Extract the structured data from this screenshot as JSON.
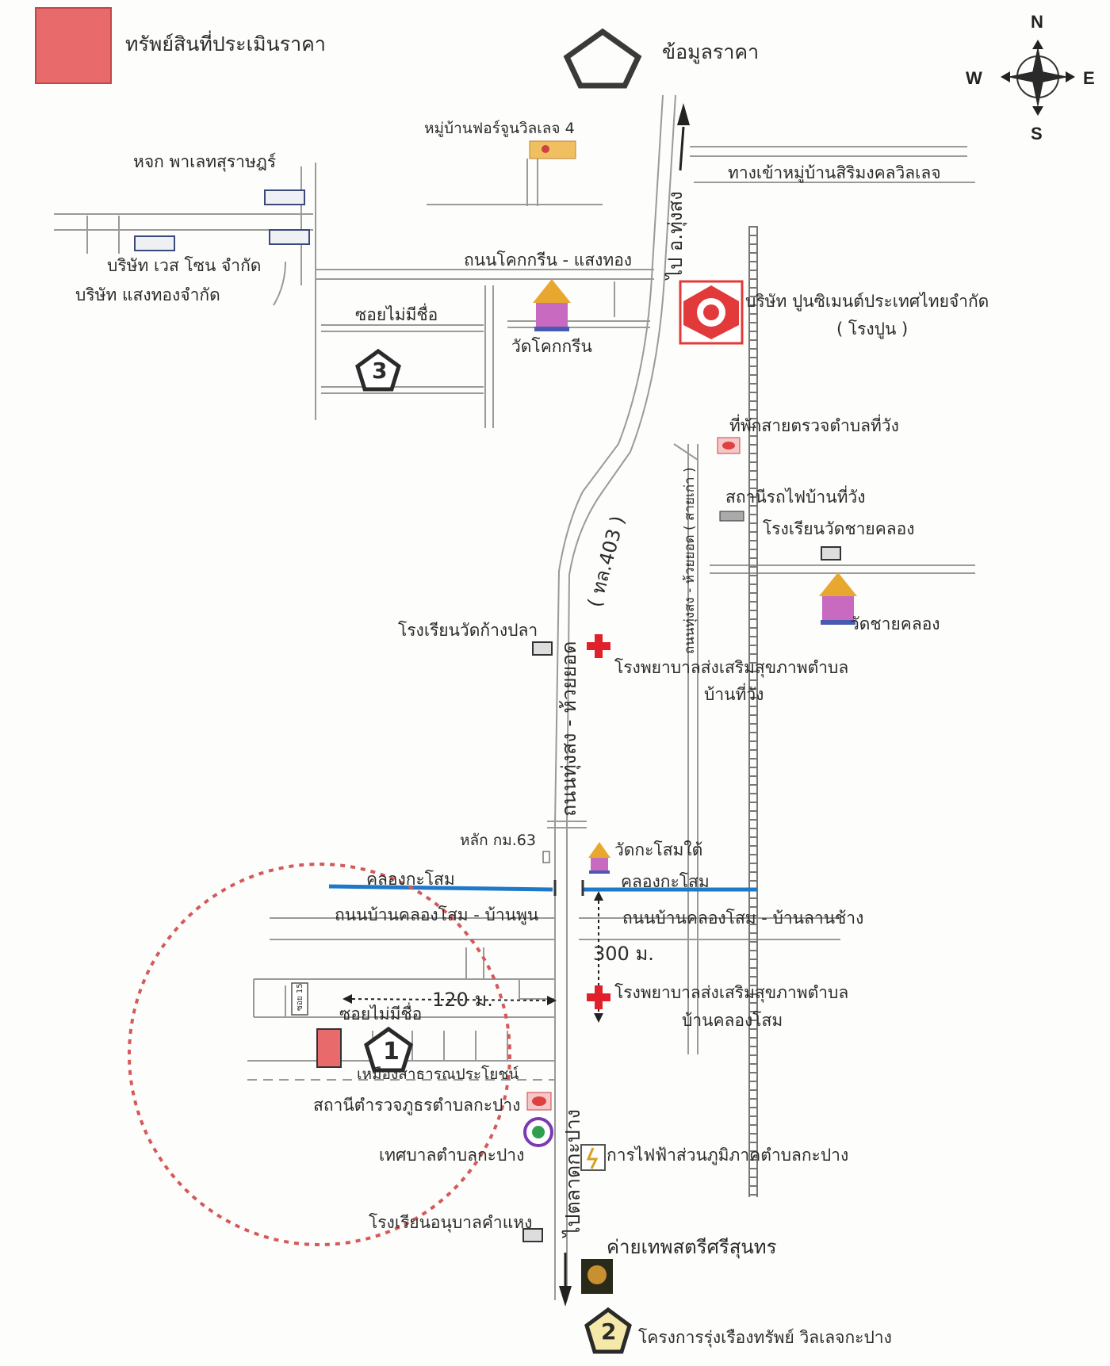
{
  "legend": {
    "property_label": "ทรัพย์สินที่ประเมินราคา",
    "property_color": "#e86a6a",
    "price_data_label": "ข้อมูลราคา"
  },
  "compass": {
    "n": "N",
    "s": "S",
    "e": "E",
    "w": "W"
  },
  "markers": {
    "m1": "1",
    "m2": "2",
    "m3": "3"
  },
  "labels": {
    "village_fortune": "หมู่บ้านฟอร์จูนวิลเลจ 4",
    "palace_partnership": "หจก  พาเลทสุราษฎร์",
    "road_to_siri_village": "ทางเข้าหมู่บ้านสิริมงคลวิลเลจ",
    "wes_zone": "บริษัท เวส โซน จำกัด",
    "saengthong": "บริษัท แสงทองจำกัด",
    "road_khok_krin": "ถนนโคกกรีน - แสงทอง",
    "to_thung_song": "ไป อ.ทุ่งสง",
    "cement_company": "บริษัท ปูนซิเมนต์ประเทศไทยจำกัด",
    "cement_plant": "( โรงปูน )",
    "soi_unnamed_top": "ซอยไม่มีชื่อ",
    "wat_khok_krin": "วัดโคกกรีน",
    "police_box": "ที่พักสายตรวจตำบลที่วัง",
    "rail_station": "สถานีรถไฟบ้านที่วัง",
    "school_chai_khlong": "โรงเรียนวัดชายคลอง",
    "wat_chai_khlong": "วัดชายคลอง",
    "highway_403": "( ทล.403 )",
    "road_thungsong_huaiyot_vert": "ถนนทุ่งสง - ห้วยยอด",
    "road_thungsong_huaiyot_old": "ถนนทุ่งสง - ห้วยยอด ( สายเก่า )",
    "school_kang_pla": "โรงเรียนวัดก้างปลา",
    "hospital_thiwang_1": "โรงพยาบาลส่งเสริมสุขภาพตำบล",
    "hospital_thiwang_2": "บ้านที่วัง",
    "km_post": "หลัก กม.63",
    "wat_kasom_tai": "วัดกะโสมใต้",
    "canal_west": "คลองกะโสม",
    "canal_east": "คลองกะโสม",
    "road_west": "ถนนบ้านคลองโสม - บ้านพูน",
    "road_east": "ถนนบ้านคลองโสม - บ้านลานช้าง",
    "dist_300": "300 ม.",
    "dist_120": "120 ม.",
    "hospital_khlongsom_1": "โรงพยาบาลส่งเสริมสุขภาพตำบล",
    "hospital_khlongsom_2": "บ้านคลองโสม",
    "soi_unnamed": "ซอยไม่มีชื่อ",
    "soi_sign": "ซอย 15",
    "public_well": "เหมืองสาธารณประโยชน์",
    "police_station": "สถานีตำรวจภูธรตำบลกะปาง",
    "municipality": "เทศบาลตำบลกะปาง",
    "pea": "การไฟฟ้าส่วนภูมิภาคตำบลกะปาง",
    "to_kapang_market": "ไปตลาดกะปาง",
    "kindergarten": "โรงเรียนอนุบาลคำแหง",
    "army_camp": "ค่ายเทพสตรีศรีสุนทร",
    "project_rungrueang": "โครงการรุ่งเรืองทรัพย์ วิลเลจกะปาง"
  },
  "colors": {
    "canal": "#1f78c8",
    "radius_circle": "#d45a5a",
    "hospital_cross": "#e0202a",
    "cement_logo": "#e23a3a"
  }
}
